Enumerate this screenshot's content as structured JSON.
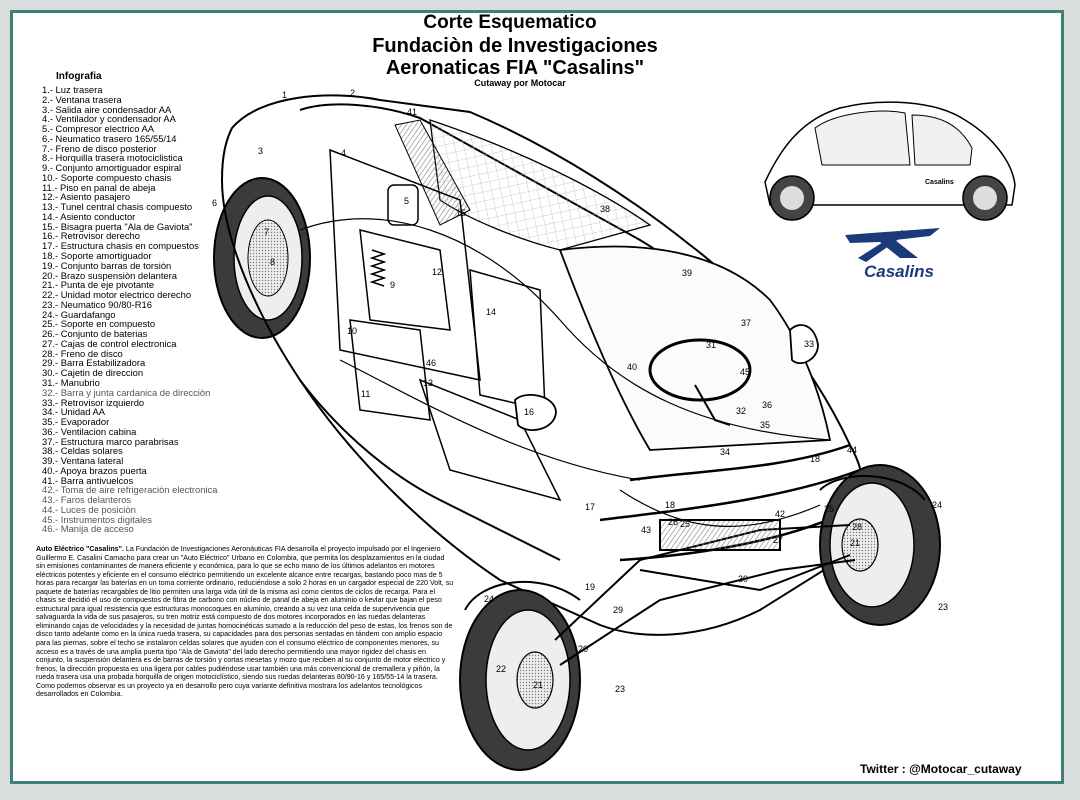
{
  "header": {
    "title": "Corte Esquematico",
    "line1": "Fundaciòn de Investigaciones",
    "line2": "Aeronaticas FIA  \"Casalins\"",
    "cutaway": "Cutaway por Motocar"
  },
  "legend": {
    "title": "Infografia",
    "items": [
      "1.- Luz trasera",
      "2.- Ventana trasera",
      "3.- Salida aire condensador AA",
      "4.- Ventilador y condensador AA",
      "5.- Compresor electrico AA",
      "6.- Neumatico trasero 165/55/14",
      "7.- Freno de disco posterior",
      "8.- Horquilla trasera motociclistica",
      "9.- Conjunto amortiguador espiral",
      "10.- Soporte compuesto chasis",
      "11.- Piso en panal de abeja",
      "12.- Asiento pasajero",
      "13.- Tunel central chasis compuesto",
      "14.- Asiento conductor",
      "15.- Bisagra puerta \"Ala de Gaviota\"",
      "16.- Retrovisor derecho",
      "17.- Estructura chasis en compuestos",
      "18.- Soporte amortiguador",
      "19.- Conjunto barras de torsiòn",
      "20.- Brazo suspensiòn delantera",
      "21.- Punta de eje pivotante",
      "22.- Unidad motor electrico derecho",
      "23.- Neumatico 90/80-R16",
      "24.- Guardafango",
      "25.- Soporte en compuesto",
      "26.- Conjunto de baterias",
      "27.- Cajas de control electronica",
      "28.- Freno de disco",
      "29.- Barra Estabilizadora",
      "30.- Cajetin de direccion",
      "31.- Manubrio",
      "32.- Barra y junta cardanica de direcciòn",
      "33.- Retrovisor izquierdo",
      "34.- Unidad AA",
      "35.- Evaporador",
      "36.- Ventilacion cabina",
      "37.- Estructura marco parabrisas",
      "38.- Celdas solares",
      "39.- Ventana lateral",
      "40.- Apoya brazos puerta",
      "41.- Barra antivuelcos",
      "42.- Toma de aire refrigeraciòn electronica",
      "43.- Faros delanteros",
      "44.- Luces de posiciòn",
      "45.- Instrumentos digitales",
      "46.- Manija de acceso"
    ]
  },
  "description": {
    "lead": "Auto Eléctrico \"Casalins\".",
    "body": " La Fundación de Investigaciones Aeronáuticas FIA desarrolla el proyecto impulsado por el Ingeniero Guillermo E. Casalini Camacho para crear un \"Auto Eléctrico\" Urbano en Colombia, que permita los desplazamientos en la ciudad sin emisiones contaminantes de manera eficiente y económica, para lo que se echo mano de los últimos adelantos en motores eléctricos potentes y eficiente en el consumo eléctrico permitiendo un excelente alcance entre recargas, bastando poco mas de 5 horas para recargar las baterías en un toma corriente ordinario, reduciéndose a solo 2 horas en un cargador especial de 220 Volt, su paquete de baterías recargables de litio permiten una larga vida útil de la misma así como cientos de ciclos de recarga. Para el chasis se decidió el uso de compuestos de fibra de carbono con núcleo de panal de abeja en aluminio o kevlar que bajan el peso estructural para igual resistencia que estructuras monocoques en aluminio, creando a su vez una celda de supervivencia que salvaguarda la vida de sus pasajeros, su tren motriz está compuesto de dos motores incorporados en las ruedas delanteras eliminando cajas de velocidades y la necesidad de juntas homocinéticas sumado a la reducción del peso de estas, los frenos son de disco tanto adelante como en la única rueda trasera, su capacidades para dos personas sentadas en tándem con amplio espacio para las piernas, sobre el techo se instalaron celdas solares que ayuden con el consumo eléctrico de componentes menores, su acceso es a través de una amplia puerta tipo \"Ala de Gaviota\" del lado derecho permitiendo una mayor rigidez del chasis en conjunto, la suspensión delantera es de barras de torsión y cortas mesetas y mozo que reciben al su conjunto de motor eléctrico y frenos, la dirección propuesta es una ligera por cables pudiéndose usar también una más convencional de cremallera y piñón, la rueda trasera usa una probada horquilla de origen motociclístico, siendo sus ruedas delanteras 80/90-16 y 165/55-14 la trasera.",
    "closing": "Como podemos observar es un proyecto ya en desarrollo pero cuya variante definitiva mostrara los adelantos tecnológicos desarrollados en Colombia."
  },
  "brand": {
    "name": "Casalins",
    "side_label": "Casalins"
  },
  "callouts": [
    {
      "n": "1"
    },
    {
      "n": "2"
    },
    {
      "n": "3"
    },
    {
      "n": "4"
    },
    {
      "n": "5"
    },
    {
      "n": "6"
    },
    {
      "n": "7"
    },
    {
      "n": "8"
    },
    {
      "n": "9"
    },
    {
      "n": "10"
    },
    {
      "n": "11"
    },
    {
      "n": "12"
    },
    {
      "n": "13"
    },
    {
      "n": "14"
    },
    {
      "n": "15"
    },
    {
      "n": "16"
    },
    {
      "n": "17"
    },
    {
      "n": "18"
    },
    {
      "n": "19"
    },
    {
      "n": "20"
    },
    {
      "n": "21"
    },
    {
      "n": "22"
    },
    {
      "n": "23"
    },
    {
      "n": "24"
    },
    {
      "n": "25"
    },
    {
      "n": "26"
    },
    {
      "n": "27"
    },
    {
      "n": "28"
    },
    {
      "n": "29"
    },
    {
      "n": "30"
    },
    {
      "n": "31"
    },
    {
      "n": "32"
    },
    {
      "n": "33"
    },
    {
      "n": "34"
    },
    {
      "n": "35"
    },
    {
      "n": "36"
    },
    {
      "n": "37"
    },
    {
      "n": "38"
    },
    {
      "n": "39"
    },
    {
      "n": "40"
    },
    {
      "n": "41"
    },
    {
      "n": "42"
    },
    {
      "n": "43"
    },
    {
      "n": "44"
    },
    {
      "n": "45"
    },
    {
      "n": "46"
    }
  ],
  "footer": {
    "twitter": "Twitter : @Motocar_cutaway"
  },
  "colors": {
    "frame": "#3f7f78",
    "brand_blue": "#1b3a7a",
    "line": "#000000",
    "hatch": "#8a8a8a"
  }
}
